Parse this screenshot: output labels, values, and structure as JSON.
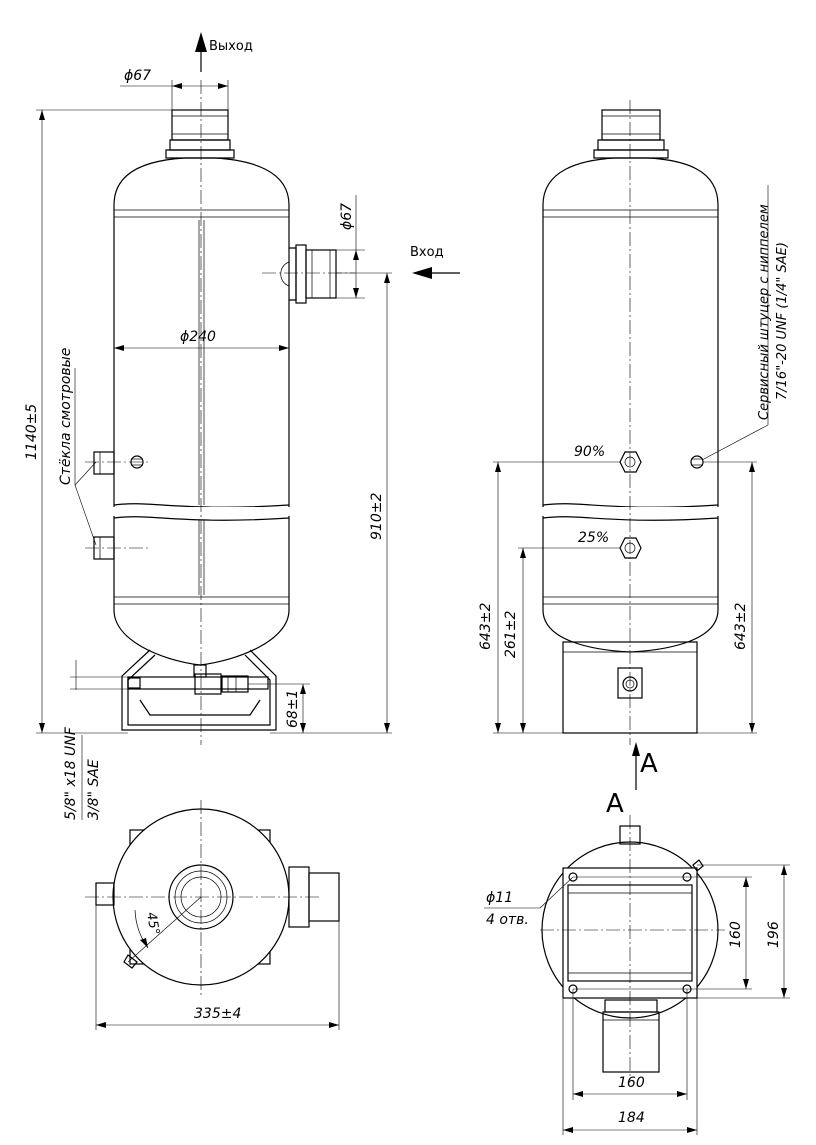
{
  "labels": {
    "outlet": "Выход",
    "inlet": "Вход",
    "d67_top": "ϕ67",
    "d67_side": "ϕ67",
    "d240": "ϕ240",
    "h1140": "1140±5",
    "h910": "910±2",
    "h68": "68±1",
    "sight_glasses": "Стёкла смотровые",
    "conn_unf": "5/8\" x18 UNF",
    "conn_sae": "3/8\" SAE",
    "pct90": "90%",
    "pct25": "25%",
    "h643_left": "643±2",
    "h261": "261±2",
    "h643_right": "643±2",
    "service_1": "Сервисный штуцер с ниппелем",
    "service_2": "7/16\"-20 UNF (1/4\" SAE)",
    "view_a_arrow": "A",
    "view_a": "A",
    "d11": "ϕ11",
    "holes": "4 отв.",
    "w160_v": "160",
    "w196": "196",
    "w160_h": "160",
    "w184": "184",
    "w335": "335±4",
    "angle45": "45°"
  }
}
